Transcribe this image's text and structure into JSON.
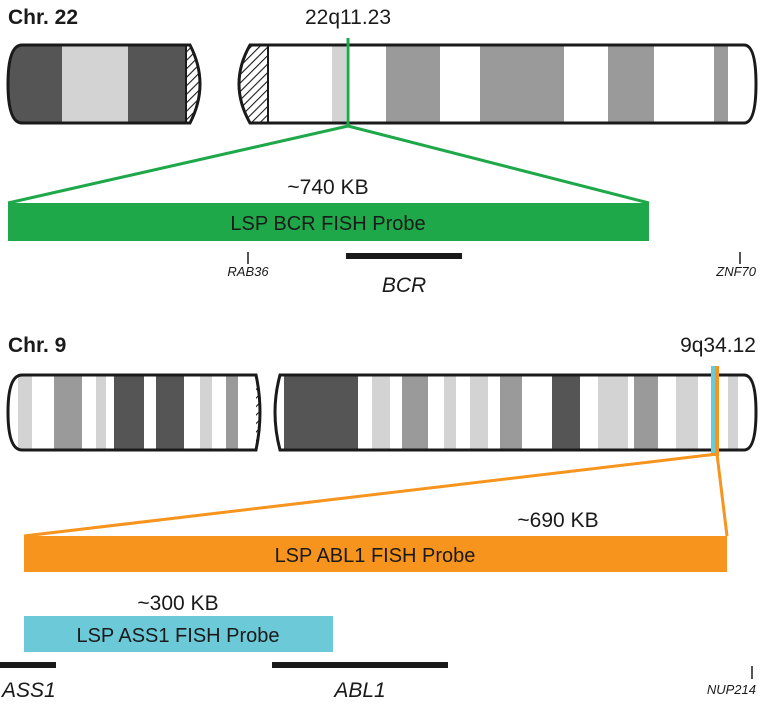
{
  "colors": {
    "green": "#1ea84a",
    "orange": "#f7941d",
    "cyan": "#6ccad8",
    "outline": "#1a1a1a",
    "dark": "#555555",
    "mid": "#9a9a9a",
    "light": "#d3d3d3"
  },
  "chr22": {
    "label": "Chr. 22",
    "band": "22q11.23",
    "probe": {
      "size": "~740 KB",
      "name": "LSP BCR FISH Probe"
    },
    "genes": {
      "left_marker": "RAB36",
      "main": "BCR",
      "right_marker": "ZNF70"
    }
  },
  "chr9": {
    "label": "Chr. 9",
    "band": "9q34.12",
    "probe_abl1": {
      "size": "~690 KB",
      "name": "LSP ABL1 FISH Probe"
    },
    "probe_ass1": {
      "size": "~300 KB",
      "name": "LSP ASS1 FISH Probe"
    },
    "genes": {
      "left": "ASS1",
      "main": "ABL1",
      "right_marker": "NUP214"
    }
  }
}
